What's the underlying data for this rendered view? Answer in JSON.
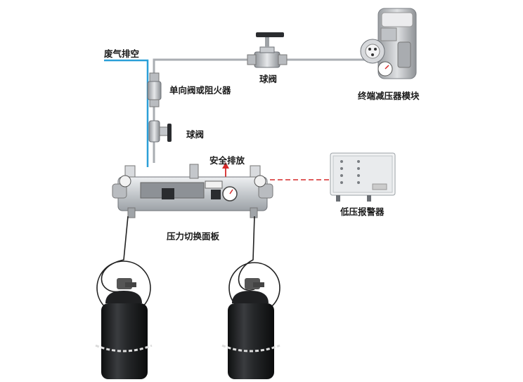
{
  "labels": {
    "exhaust_vent": "废气排空",
    "ball_valve_top": "球阀",
    "terminal_regulator": "终端减压器模块",
    "check_valve_or_arrester": "单向阀或阻火器",
    "ball_valve_mid": "球阀",
    "safety_relief": "安全排放",
    "low_pressure_alarm": "低压报警器",
    "switchover_panel": "压力切换面板"
  },
  "colors": {
    "vent_line": "#2b9fd8",
    "relief_line": "#d62828",
    "pipe": "#a9adb2",
    "cylinder": "#1c1d1f",
    "panel": "#c9ccd0"
  }
}
